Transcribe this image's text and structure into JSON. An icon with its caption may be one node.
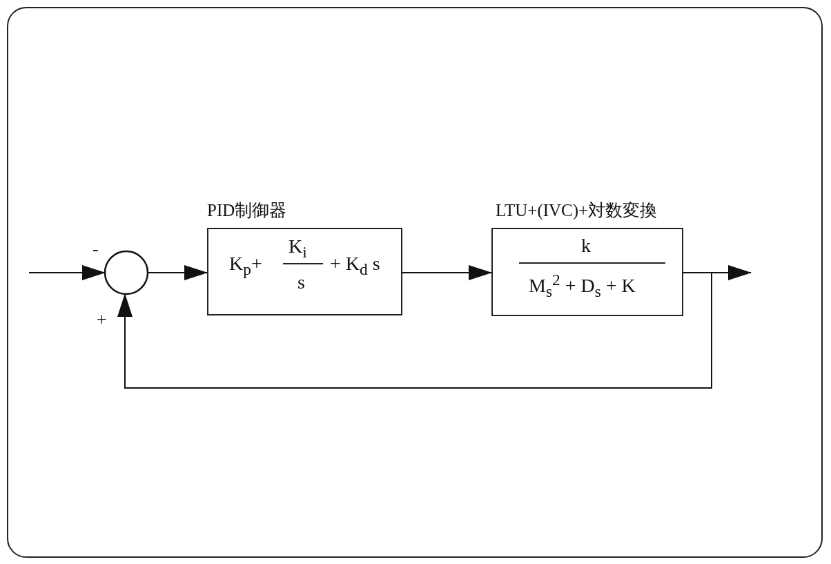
{
  "diagram": {
    "nodes": [
      {
        "text": [],
        "shape": "circle"
      },
      {
        "text": [
          "PID制御器",
          "K$_{p}$+",
          "K$_{i}$",
          "s",
          "+ K$_{d}$ s"
        ]
      },
      {
        "text": [
          "LTU+(IVC)+対数変換",
          "k",
          "M$_{s}$$^{2}$ + D$_{s}$ + K"
        ]
      }
    ],
    "edges": [
      {
        "from": null,
        "to": 0,
        "arrow": "to"
      },
      {
        "from": 0,
        "to": 1,
        "arrow": "to"
      },
      {
        "from": 1,
        "to": 2,
        "arrow": "to"
      },
      {
        "from": 2,
        "to": null,
        "arrow": "to"
      },
      {
        "from": 2,
        "to": 0,
        "arrow": "to"
      }
    ],
    "labels": [
      "-",
      "+"
    ]
  }
}
